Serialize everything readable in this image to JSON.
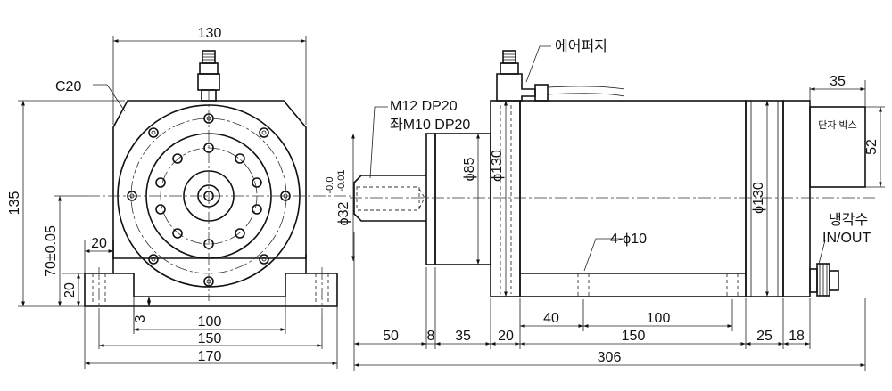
{
  "front_view": {
    "top_width": "130",
    "chamfer": "C20",
    "height_total": "135",
    "center_height": "70±0.05",
    "foot_width": "20",
    "foot_height": "20",
    "groove_depth": "3",
    "bolt_spacing": "100",
    "foot_span": "150",
    "base_width": "170"
  },
  "side_view": {
    "tap_main": "M12 DP20",
    "tap_left": "좌M10 DP20",
    "shaft_dia": "ϕ32",
    "shaft_tol_upper": "-0.0",
    "shaft_tol_lower": "-0.01",
    "pilot_dia": "ϕ85",
    "flange_dia": "ϕ130",
    "body_dia": "ϕ130",
    "air_purge": "에어퍼지",
    "terminal_box": "단자 박스",
    "terminal_width": "35",
    "terminal_height": "52",
    "coolant_line1": "냉각수",
    "coolant_line2": "IN/OUT",
    "mount_holes": "4-ϕ10",
    "dim_shaft": "50",
    "dim_step": "8",
    "dim_pilot": "35",
    "dim_flange": "20",
    "dim_body": "150",
    "dim_hole_offset": "40",
    "dim_hole_pitch": "100",
    "dim_cover1": "25",
    "dim_cover2": "18",
    "dim_total": "306"
  }
}
